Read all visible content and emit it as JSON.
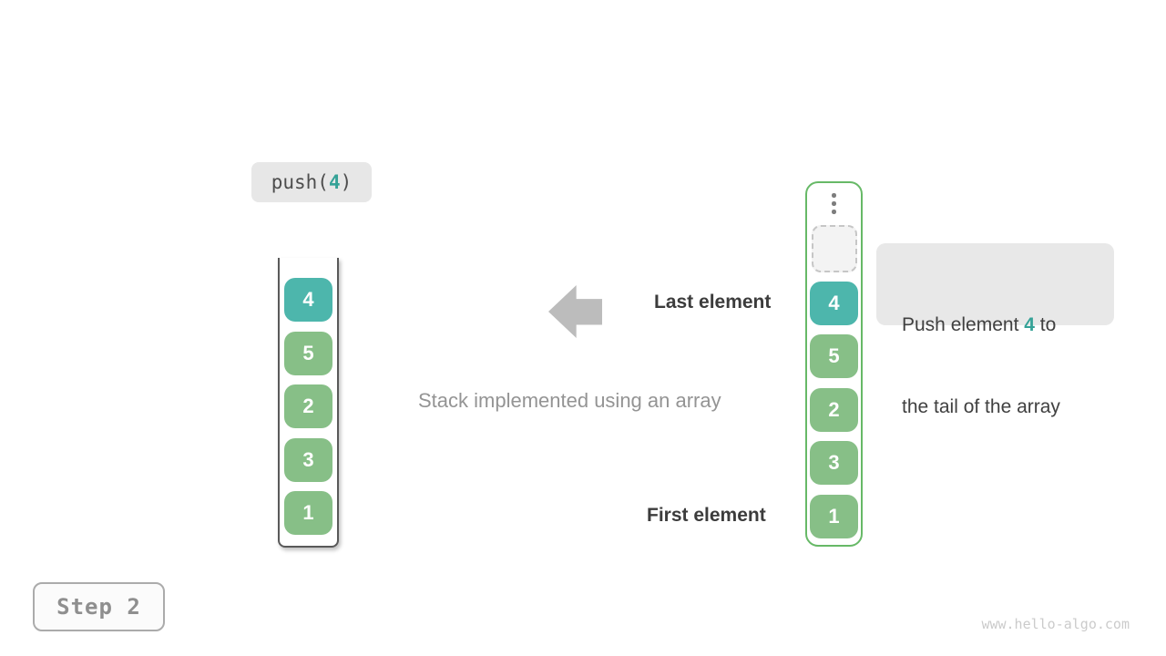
{
  "operation": {
    "prefix": "push(",
    "value": "4",
    "suffix": ")"
  },
  "labels": {
    "last": "Last element",
    "first": "First element",
    "caption": "Stack implemented using an array"
  },
  "callout": {
    "line1_prefix": "Push element ",
    "value": "4",
    "line1_suffix": " to",
    "line2": "the tail of the array"
  },
  "stacks": {
    "before": [
      "4",
      "5",
      "2",
      "3",
      "1"
    ],
    "after": [
      "4",
      "5",
      "2",
      "3",
      "1"
    ]
  },
  "step": {
    "label": "Step 2"
  },
  "watermark": "www.hello-algo.com",
  "icons": {
    "arrow": "left-block-arrow",
    "ellipsis": "vertical-ellipsis"
  },
  "colors": {
    "teal_fill": "#4db6ac",
    "green_fill": "#87bf87",
    "green_border": "#67b967",
    "accent_text": "#35a297",
    "label_bg": "#e7e7e7",
    "callout_bg": "#e8e8e8",
    "frame_border": "#595959",
    "arrow": "#bcbcbc",
    "gray_text": "#949494",
    "dark_text": "#3c3c3c"
  }
}
